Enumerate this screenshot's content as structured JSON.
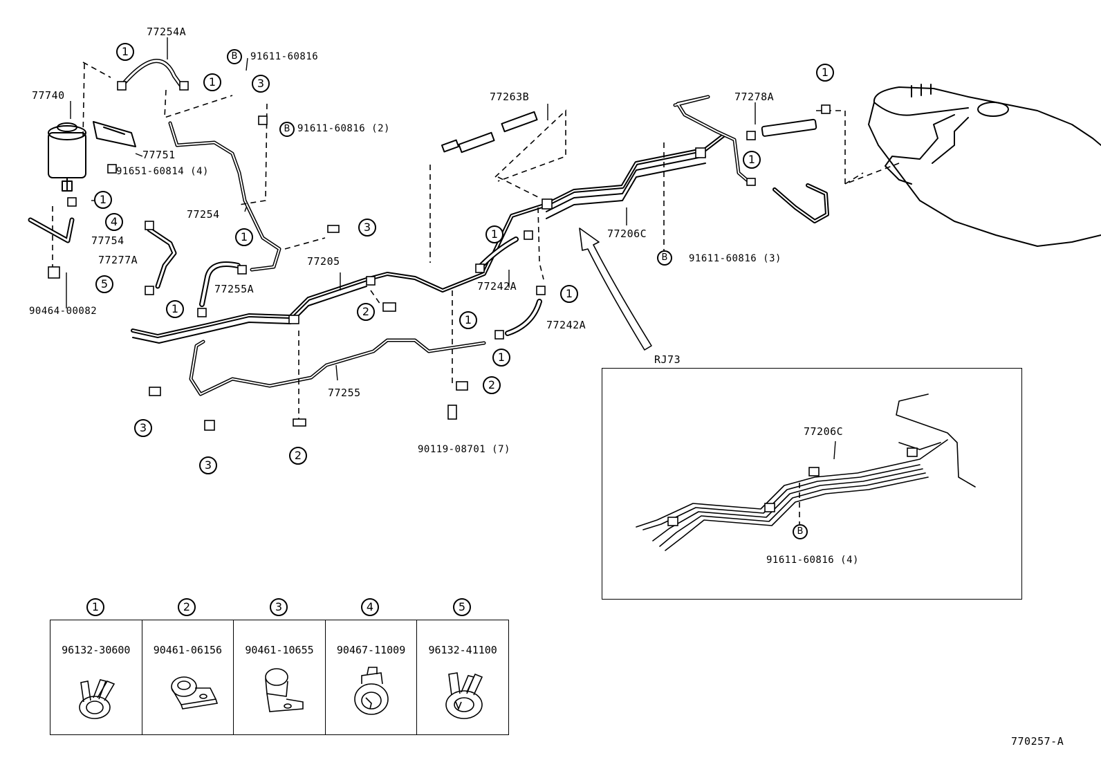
{
  "diagram_id": "770257-A",
  "parts": {
    "p77254A": "77254A",
    "p77740": "77740",
    "p77751": "77751",
    "p91651": "91651-60814 (4)",
    "p77754": "77754",
    "p77277A": "77277A",
    "p90464": "90464-00082",
    "p91611a": "91611-60816",
    "p91611b": "91611-60816 (2)",
    "p77254": "77254",
    "p77255A": "77255A",
    "p77205": "77205",
    "p77263B": "77263B",
    "p77242A_1": "77242A",
    "p77242A_2": "77242A",
    "p77255": "77255",
    "p90119": "90119-08701 (7)",
    "p77206C": "77206C",
    "p77278A": "77278A",
    "p91611c": "91611-60816 (3)"
  },
  "inset": {
    "title": "RJ73",
    "part_tube": "77206C",
    "part_bolt": "91611-60816 (4)",
    "bolt_marker": "B"
  },
  "markers": {
    "b": "B",
    "n1": "1",
    "n2": "2",
    "n3": "3",
    "n4": "4",
    "n5": "5"
  },
  "legend": [
    {
      "num": "1",
      "part": "96132-30600"
    },
    {
      "num": "2",
      "part": "90461-06156"
    },
    {
      "num": "3",
      "part": "90461-10655"
    },
    {
      "num": "4",
      "part": "90467-11009"
    },
    {
      "num": "5",
      "part": "96132-41100"
    }
  ]
}
